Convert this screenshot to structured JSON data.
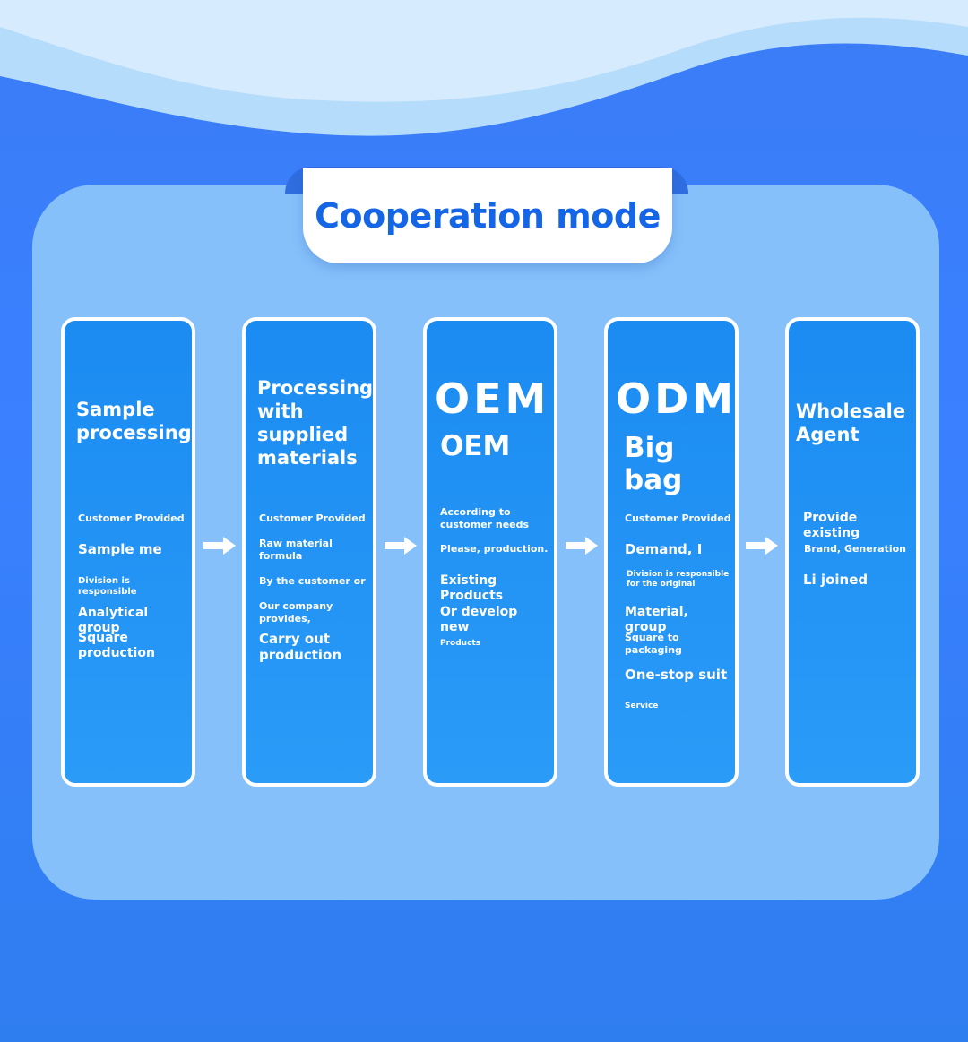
{
  "title": "Cooperation mode",
  "cards": [
    {
      "heading": "Sample processing",
      "lines": [
        "Customer Provided",
        "Sample me",
        "Division is responsible",
        "Analytical group",
        "Square production"
      ]
    },
    {
      "heading": "Processing with supplied materials",
      "lines": [
        "Customer Provided",
        "Raw material formula",
        "By the customer or",
        "Our company provides,",
        "Carry out production"
      ]
    },
    {
      "big": "OEM",
      "big2": "OEM",
      "lines": [
        "According to customer needs",
        "Please, production.",
        "Existing Products",
        "Or develop new",
        "Products"
      ]
    },
    {
      "big": "ODM",
      "big2": "Big bag",
      "lines": [
        "Customer Provided",
        "Demand, I",
        "Division is responsible for the original",
        "Material, group",
        "Square to packaging",
        "One-stop suit",
        "Service"
      ]
    },
    {
      "heading": "Wholesale Agent",
      "lines": [
        "Provide existing",
        "Brand, Generation",
        "Li joined"
      ]
    }
  ],
  "colors": {
    "background": "#3a80ff",
    "panel": "#85c0fb",
    "card": "#1b8bf2",
    "title": "#1466e6"
  },
  "icons": [
    "right-arrow-icon"
  ]
}
